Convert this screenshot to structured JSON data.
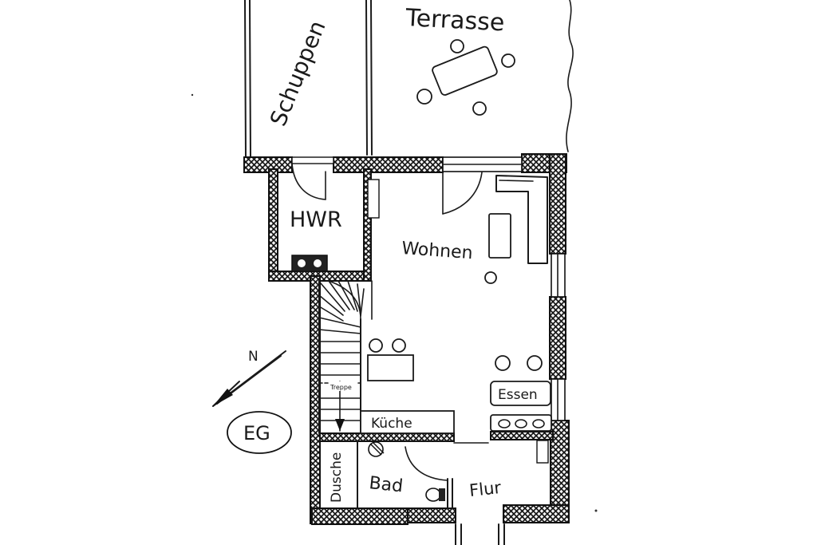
{
  "rooms": {
    "terrasse": "Terrasse",
    "schuppen": "Schuppen",
    "hwr": "HWR",
    "wohnen": "Wohnen",
    "essen": "Essen",
    "kueche": "Küche",
    "treppe": "Treppe",
    "dusche": "Dusche",
    "bad": "Bad",
    "flur": "Flur"
  },
  "compass": {
    "label": "N"
  },
  "floor_label": "EG"
}
